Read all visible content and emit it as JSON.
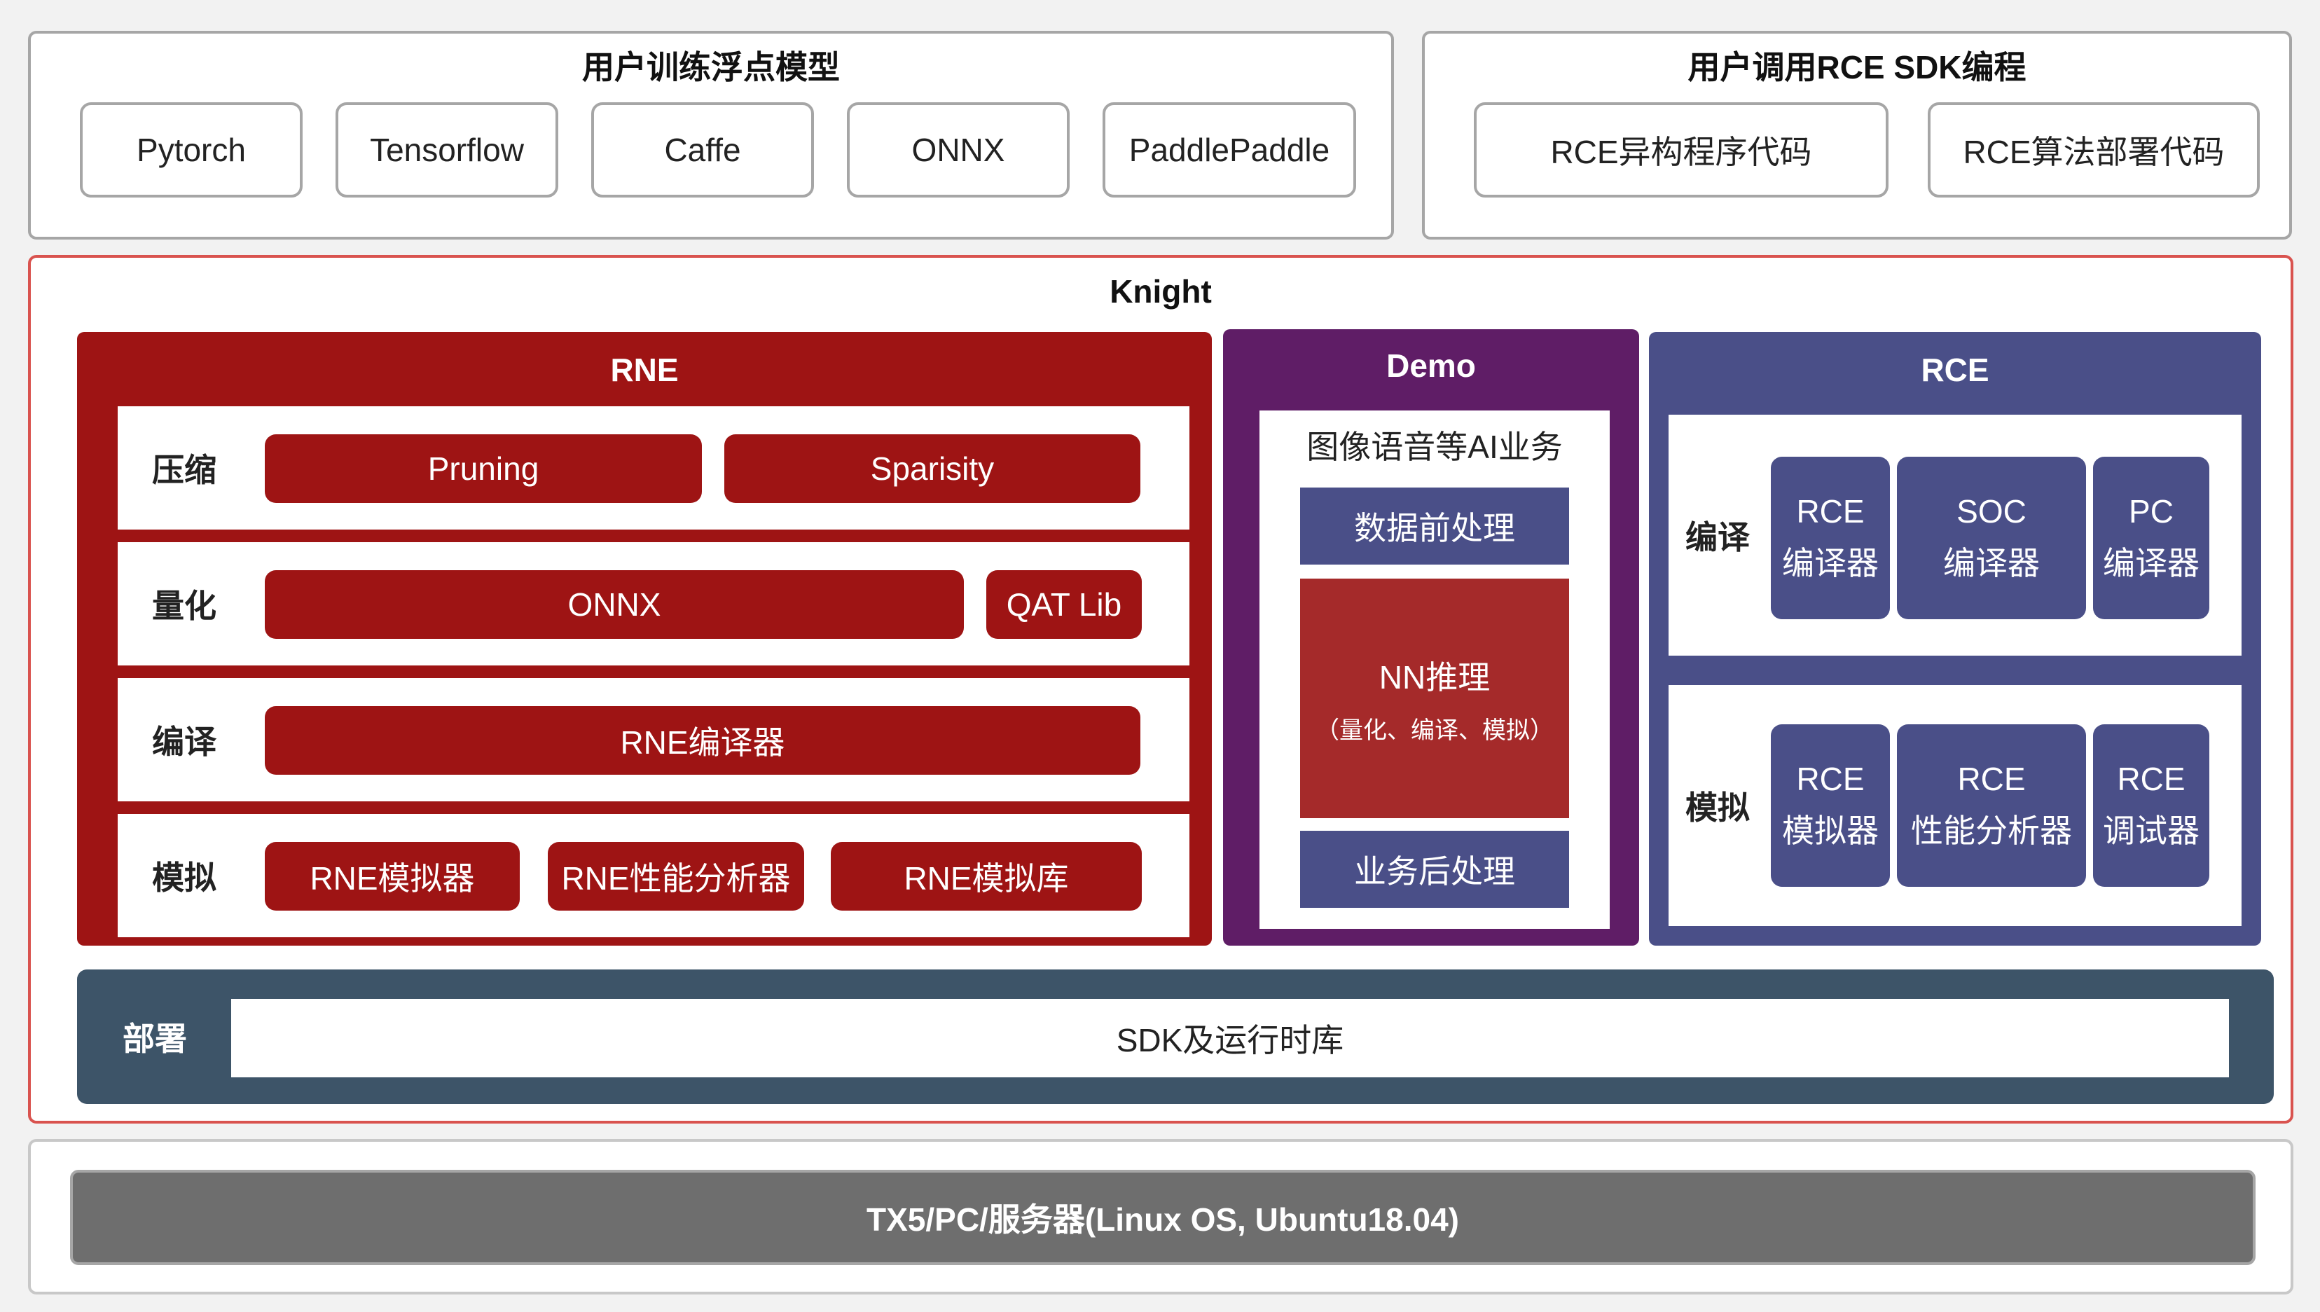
{
  "user_models": {
    "title": "用户训练浮点模型",
    "frameworks": [
      "Pytorch",
      "Tensorflow",
      "Caffe",
      "ONNX",
      "PaddlePaddle"
    ]
  },
  "user_rce": {
    "title": "用户调用RCE SDK编程",
    "items": [
      "RCE异构程序代码",
      "RCE算法部署代码"
    ]
  },
  "knight": {
    "title": "Knight",
    "rne": {
      "title": "RNE",
      "rows": {
        "compress": {
          "label": "压缩",
          "items": [
            "Pruning",
            "Sparisity"
          ]
        },
        "quant": {
          "label": "量化",
          "items": [
            "ONNX",
            "QAT Lib"
          ]
        },
        "compile": {
          "label": "编译",
          "items": [
            "RNE编译器"
          ]
        },
        "simulate": {
          "label": "模拟",
          "items": [
            "RNE模拟器",
            "RNE性能分析器",
            "RNE模拟库"
          ]
        }
      }
    },
    "demo": {
      "title": "Demo",
      "subtitle": "图像语音等AI业务",
      "pre": "数据前处理",
      "nn": "NN推理",
      "nn_sub": "（量化、编译、模拟）",
      "post": "业务后处理"
    },
    "rce": {
      "title": "RCE",
      "compile": {
        "label": "编译",
        "blocks": [
          {
            "line1": "RCE",
            "line2": "编译器"
          },
          {
            "line1": "SOC",
            "line2": "编译器"
          },
          {
            "line1": "PC",
            "line2": "编译器"
          }
        ]
      },
      "simulate": {
        "label": "模拟",
        "blocks": [
          {
            "line1": "RCE",
            "line2": "模拟器"
          },
          {
            "line1": "RCE",
            "line2": "性能分析器"
          },
          {
            "line1": "RCE",
            "line2": "调试器"
          }
        ]
      }
    },
    "deploy": {
      "label": "部署",
      "content": "SDK及运行时库"
    }
  },
  "platform": {
    "label": "TX5/PC/服务器(Linux OS, Ubuntu18.04)"
  },
  "colors": {
    "rne_red": "#9e1414",
    "demo_purple": "#5f1d66",
    "rce_blue": "#4a4f88",
    "deploy_slate": "#3d5468",
    "platform_gray": "#6e6e6e",
    "knight_border": "#d9534f"
  }
}
